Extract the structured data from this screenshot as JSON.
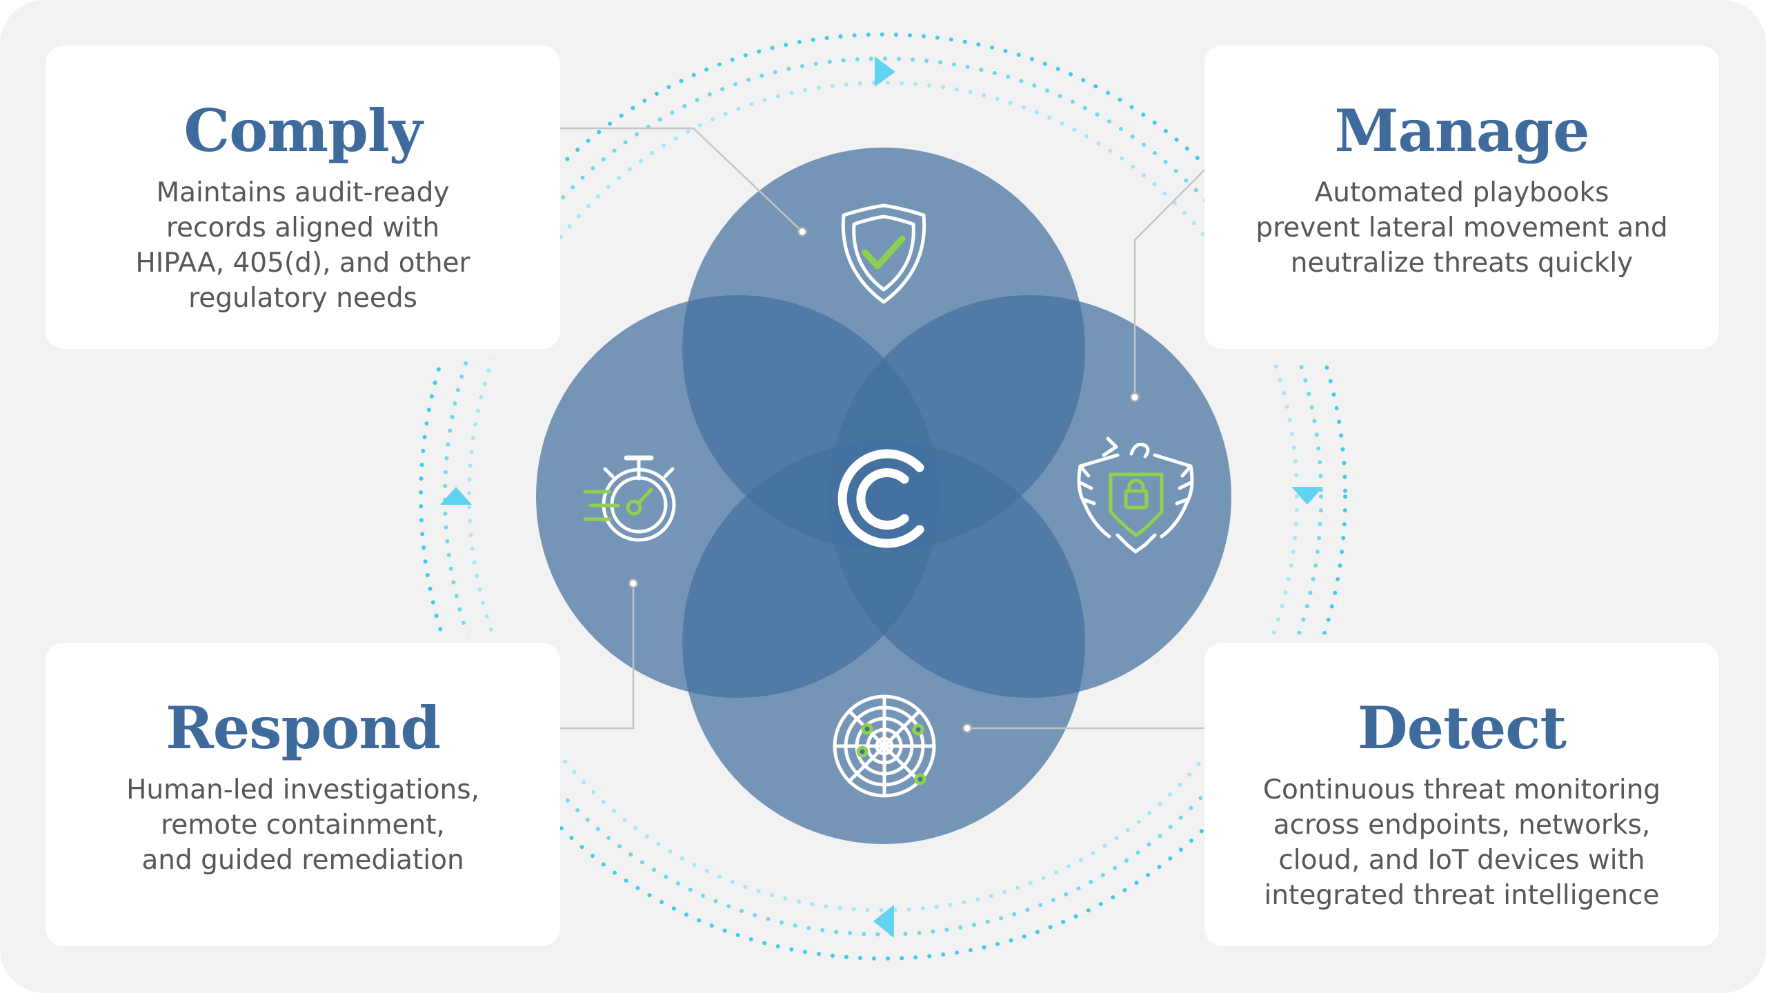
{
  "colors": {
    "background": "#f2f2f3",
    "card": "#ffffff",
    "heading": "#3f6b9c",
    "body_text": "#56565c",
    "circle_fill": "#44709f",
    "icon_white": "#ffffff",
    "icon_accent": "#8dd24f",
    "dotted_ring": "#3fcbe9",
    "connector_line": "#c4c4c8"
  },
  "cards": {
    "comply": {
      "title": "Comply",
      "lines": [
        "Maintains audit-ready",
        "records aligned with",
        "HIPAA, 405(d), and other",
        "regulatory needs"
      ]
    },
    "manage": {
      "title": "Manage",
      "lines": [
        "Automated playbooks",
        "prevent lateral movement and",
        "neutralize threats quickly"
      ]
    },
    "respond": {
      "title": "Respond",
      "lines": [
        "Human-led investigations,",
        "remote containment,",
        "and guided remediation"
      ]
    },
    "detect": {
      "title": "Detect",
      "lines": [
        "Continuous threat monitoring",
        "across endpoints, networks,",
        "cloud, and IoT devices with",
        "integrated threat intelligence"
      ]
    }
  },
  "icons": {
    "top": "shield-check-icon",
    "right": "eagle-shield-lock-icon",
    "bottom": "radar-target-icon",
    "left": "stopwatch-speed-icon",
    "center": "logo-c-icon"
  },
  "cycle_direction": "clockwise"
}
